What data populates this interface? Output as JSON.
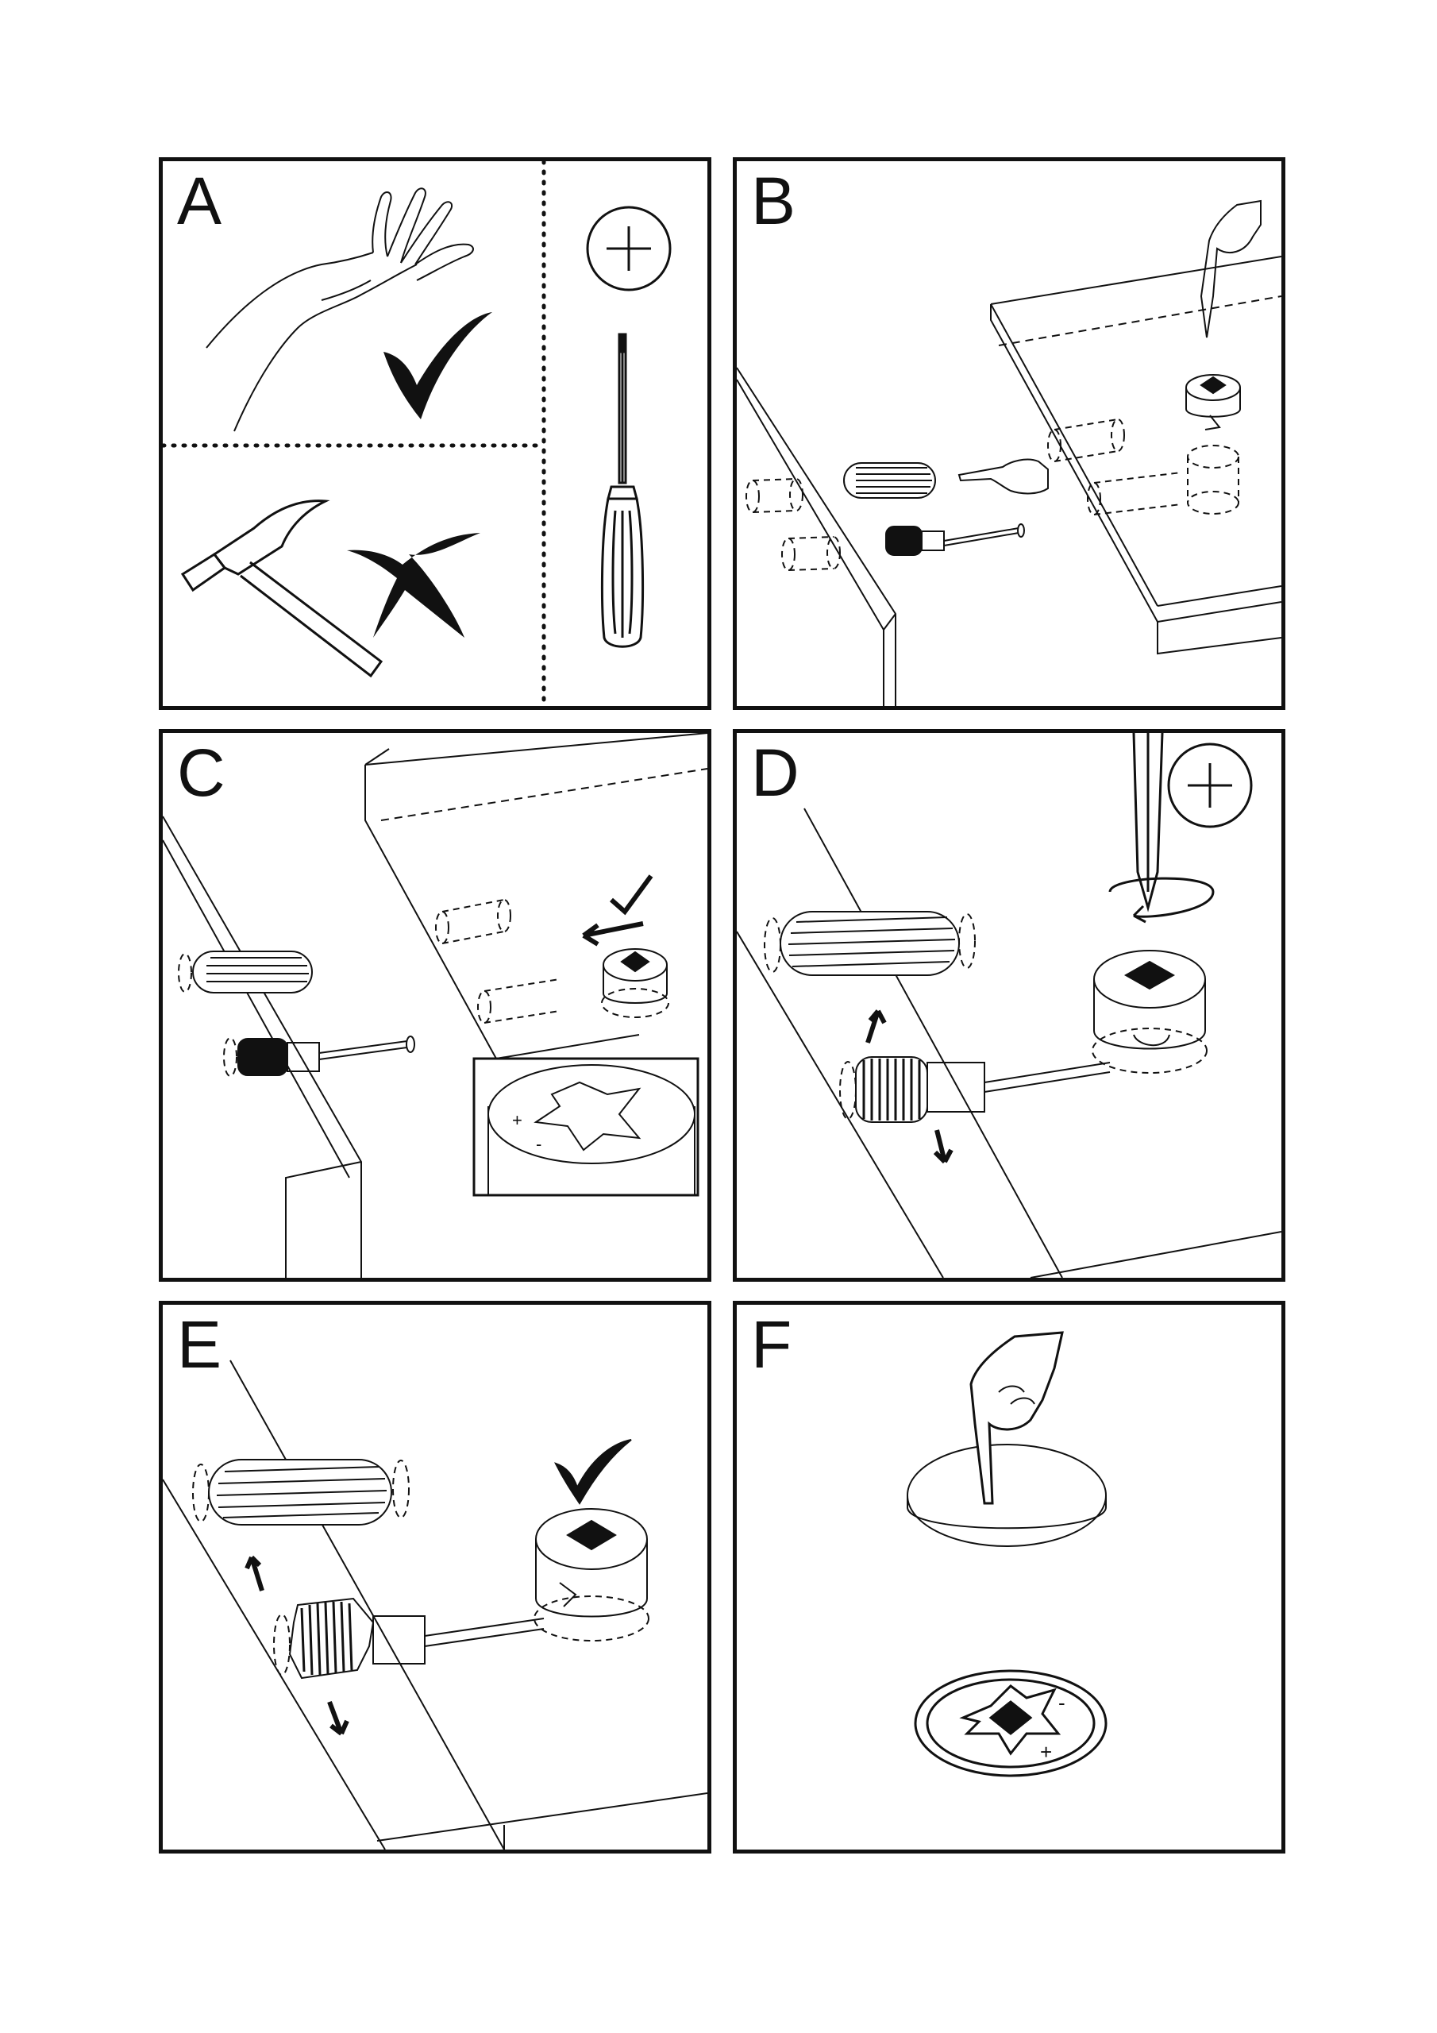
{
  "panels": {
    "a": {
      "letter": "A"
    },
    "b": {
      "letter": "B"
    },
    "c": {
      "letter": "C"
    },
    "d": {
      "letter": "D"
    },
    "e": {
      "letter": "E"
    },
    "f": {
      "letter": "F"
    }
  },
  "icons": {
    "allowed": "checkmark-icon",
    "forbidden": "cross-icon",
    "phillips": "phillips-head-icon",
    "tool_ok": "screwdriver-icon",
    "tool_bad": "hammer-icon"
  },
  "colors": {
    "line": "#111111",
    "background": "#ffffff"
  }
}
